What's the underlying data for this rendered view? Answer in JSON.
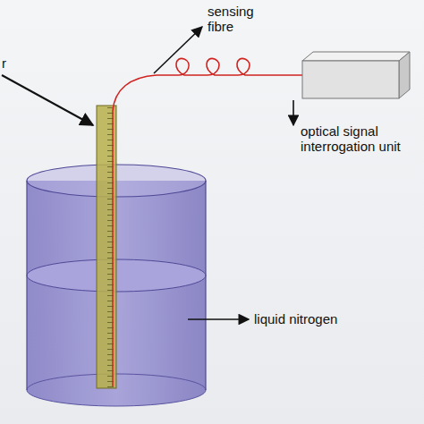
{
  "diagram": {
    "labels": [
      "r",
      "sensing fibre",
      "optical signal interrogation unit",
      "liquid nitrogen"
    ]
  }
}
